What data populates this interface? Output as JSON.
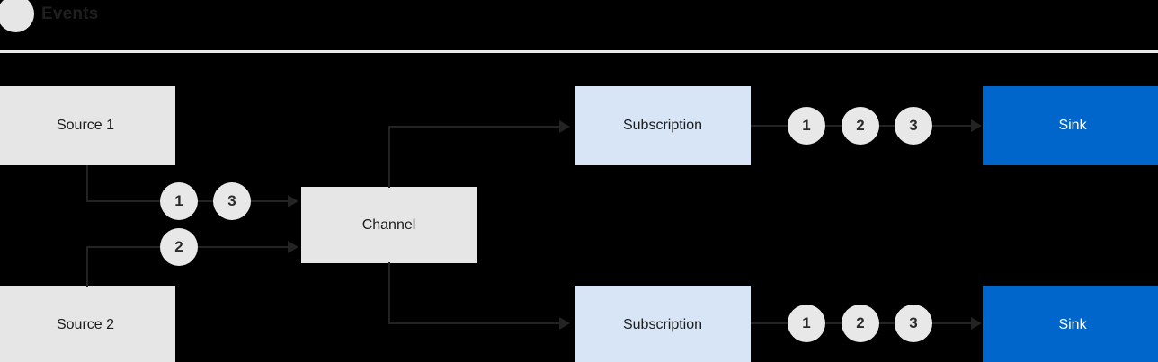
{
  "header": {
    "title": "Events",
    "dot_icon": "circle-icon",
    "divider_color": "#eaeaea"
  },
  "colors": {
    "background": "#000000",
    "box_grey": "#e6e6e6",
    "box_light_blue": "#d7e5f7",
    "box_blue": "#0066cc",
    "line": "#232323",
    "circle": "#e8e8e8",
    "text_dark": "#1c1c1c",
    "text_light": "#ffffff"
  },
  "nodes": {
    "source1": {
      "label": "Source 1"
    },
    "source2": {
      "label": "Source 2"
    },
    "channel": {
      "label": "Channel"
    },
    "subscription_top": {
      "label": "Subscription"
    },
    "subscription_bottom": {
      "label": "Subscription"
    },
    "sink_top": {
      "label": "Sink"
    },
    "sink_bottom": {
      "label": "Sink"
    }
  },
  "event_circles": {
    "source1_to_channel": [
      "1",
      "3"
    ],
    "source2_to_channel": [
      "2"
    ],
    "subscription_top_to_sink": [
      "1",
      "2",
      "3"
    ],
    "subscription_bottom_to_sink": [
      "1",
      "2",
      "3"
    ]
  }
}
